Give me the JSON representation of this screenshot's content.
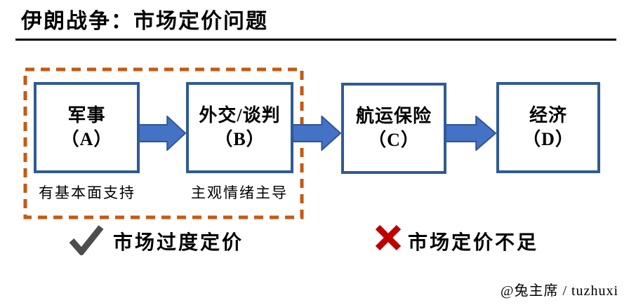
{
  "title": "伊朗战争：市场定价问题",
  "flow": {
    "boxes": [
      {
        "label": "军事",
        "sub": "（A）",
        "note": "有基本面支持"
      },
      {
        "label": "外交/谈判",
        "sub": "（B）",
        "note": "主观情绪主导"
      },
      {
        "label": "航运保险",
        "sub": "（C）"
      },
      {
        "label": "经济",
        "sub": "（D）"
      }
    ]
  },
  "legend": {
    "check_label": "市场过度定价",
    "cross_label": "市场定价不足"
  },
  "signature": "@兔主席 / tuzhuxi",
  "colors": {
    "box_border": "#2F5B94",
    "arrow_fill": "#4472C4",
    "arrow_stroke": "#2F5597",
    "frame_dashed": "#C55A11",
    "check": "#4D4D4D",
    "cross": "#C00000"
  }
}
